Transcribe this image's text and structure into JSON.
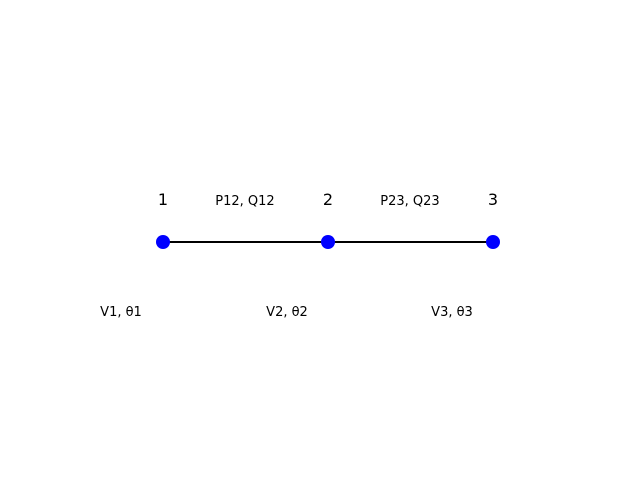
{
  "colors": {
    "bus": "#0000ff",
    "line": "#000000",
    "background": "#ffffff"
  },
  "buses": [
    {
      "label": "1",
      "state": "V1, θ1"
    },
    {
      "label": "2",
      "state": "V2, θ2"
    },
    {
      "label": "3",
      "state": "V3, θ3"
    }
  ],
  "lines": [
    {
      "from": 0,
      "to": 1,
      "label": "P12, Q12"
    },
    {
      "from": 1,
      "to": 2,
      "label": "P23, Q23"
    }
  ]
}
